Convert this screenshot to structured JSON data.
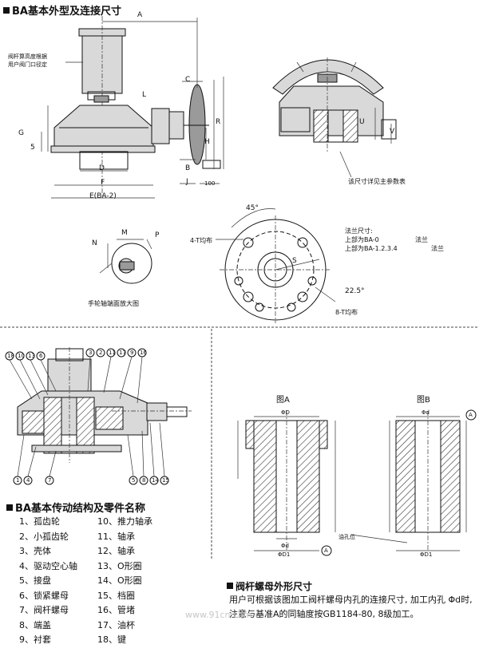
{
  "section1": {
    "title": "BA基本外型及连接尺寸"
  },
  "notes": {
    "stem_height": [
      "阀杆算高度根据",
      "用户阀门口径定"
    ],
    "see_table": "该尺寸详见主参数表",
    "handwheel_view": "手轮轴端面放大图",
    "flange_dim_title": "法兰尺寸:",
    "flange_top1": "上部为BA-0",
    "flange_top2": "上部为BA-1.2.3.4",
    "flange_word": "法兰"
  },
  "dims": {
    "A": "A",
    "C": "C",
    "L": "L",
    "R": "R",
    "H": "H",
    "G": "G",
    "five": "5",
    "D": "D",
    "F": "F",
    "E": "E(BA-2)",
    "B": "B",
    "J": "J",
    "hundred": "100",
    "U": "U",
    "V": "V",
    "N": "N",
    "M": "M",
    "P": "P",
    "S": "S",
    "deg45": "45°",
    "deg22": "22.5°",
    "holes4": "4-T均布",
    "holes8": "8-T均布"
  },
  "section2": {
    "title": "BA基本传动结构及零件名称",
    "callouts_top_left": [
      "18",
      "10",
      "13",
      "6"
    ],
    "callouts_top_right": [
      "3",
      "2",
      "11",
      "17",
      "9",
      "16"
    ],
    "callouts_bottom_left": [
      "1",
      "4",
      "7"
    ],
    "callouts_bottom_right": [
      "5",
      "8",
      "14",
      "15"
    ],
    "parts_left": [
      "1、孤齿轮",
      "2、小孤齿轮",
      "3、壳体",
      "4、驱动空心轴",
      "5、接盘",
      "6、锁紧螺母",
      "7、阀杆螺母",
      "8、端盖",
      "9、衬套"
    ],
    "parts_right": [
      "10、推力轴承",
      "11、轴承",
      "12、轴承",
      "13、O形圈",
      "14、O形圈",
      "15、档圈",
      "16、管堵",
      "17、油杯",
      "18、键"
    ]
  },
  "section3": {
    "title": "阀杆螺母外形尺寸",
    "figA": "图A",
    "figB": "图B",
    "d0": "ΦD",
    "d1": "ΦD1",
    "d0b": "Φd",
    "dd": "Φd",
    "circleA": "A",
    "note": "油孔位",
    "para1": "用户可根据该图加工阀杆螺母内孔的连接尺寸, 加工内孔 Φd时,",
    "para2": "注意与基准A的同轴度按GB1184-80, 8级加工。"
  },
  "watermark": "www.91cn.com"
}
